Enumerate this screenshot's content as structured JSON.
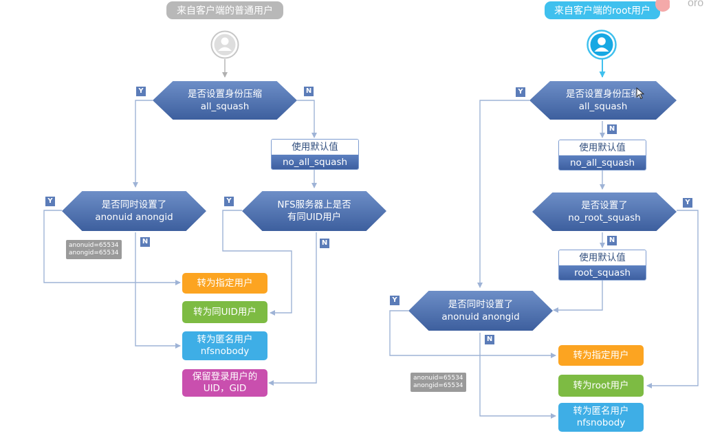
{
  "left": {
    "source_label": "来自客户端的普通用户",
    "user_icon": "user-avatar-icon",
    "d_all_squash": {
      "line1": "是否设置身份压缩",
      "line2": "all_squash"
    },
    "default_box": {
      "title": "使用默认值",
      "value": "no_all_squash"
    },
    "d_anon": {
      "line1": "是否同时设置了",
      "line2": "anonuid  anongid"
    },
    "d_uid": {
      "line1": "NFS服务器上是否",
      "line2": "有同UID用户"
    },
    "note": {
      "line1": "anonuid=65534",
      "line2": "anongid=65534"
    },
    "results": {
      "specified": "转为指定用户",
      "same_uid": "转为同UID用户",
      "anon": {
        "line1": "转为匿名用户",
        "line2": "nfsnobody"
      },
      "keep": {
        "line1": "保留登录用户的",
        "line2": "UID，GID"
      }
    }
  },
  "right": {
    "source_label": "来自客户端的root用户",
    "user_icon": "user-avatar-icon",
    "d_all_squash": {
      "line1": "是否设置身份压缩",
      "line2": "all_squash"
    },
    "default_box1": {
      "title": "使用默认值",
      "value": "no_all_squash"
    },
    "d_root_squash": {
      "line1": "是否设置了",
      "line2": "no_root_squash"
    },
    "default_box2": {
      "title": "使用默认值",
      "value": "root_squash"
    },
    "d_anon": {
      "line1": "是否同时设置了",
      "line2": "anonuid  anongid"
    },
    "note": {
      "line1": "anonuid=65534",
      "line2": "anongid=65534"
    },
    "results": {
      "specified": "转为指定用户",
      "root": "转为root用户",
      "anon": {
        "line1": "转为匿名用户",
        "line2": "nfsnobody"
      }
    }
  },
  "flags": {
    "yes": "Y",
    "no": "N"
  },
  "corner_text": "oro",
  "colors": {
    "diamond": "#4d6fae",
    "orange": "#fca421",
    "green": "#7dbb43",
    "blue": "#3eaee6",
    "pink": "#c94fae",
    "cyan": "#3fc0ee",
    "gray": "#b8b8b8",
    "line": "#9eb3d6"
  }
}
